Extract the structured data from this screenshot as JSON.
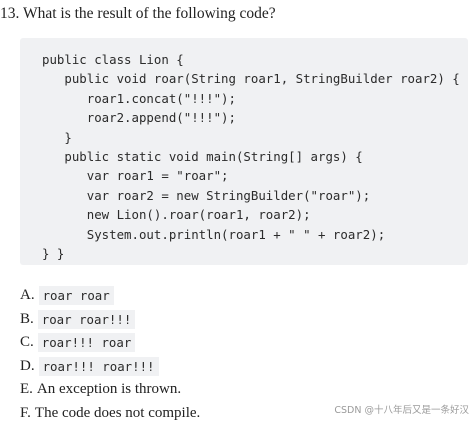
{
  "question": {
    "text": "13. What is the result of the following code?"
  },
  "code_lines": [
    "public class Lion {",
    "   public void roar(String roar1, StringBuilder roar2) {",
    "      roar1.concat(\"!!!\");",
    "      roar2.append(\"!!!\");",
    "   }",
    "   public static void main(String[] args) {",
    "      var roar1 = \"roar\";",
    "      var roar2 = new StringBuilder(\"roar\");",
    "      new Lion().roar(roar1, roar2);",
    "      System.out.println(roar1 + \" \" + roar2);",
    "} }"
  ],
  "options": [
    {
      "letter": "A.",
      "text": "roar roar",
      "is_code": true
    },
    {
      "letter": "B.",
      "text": "roar roar!!!",
      "is_code": true
    },
    {
      "letter": "C.",
      "text": "roar!!! roar",
      "is_code": true
    },
    {
      "letter": "D.",
      "text": "roar!!! roar!!!",
      "is_code": true
    },
    {
      "letter": "E.",
      "text": "An exception is thrown.",
      "is_code": false
    },
    {
      "letter": "F.",
      "text": "The code does not compile.",
      "is_code": false
    }
  ],
  "watermark": {
    "text": "CSDN @十八年后又是一条好汉"
  }
}
